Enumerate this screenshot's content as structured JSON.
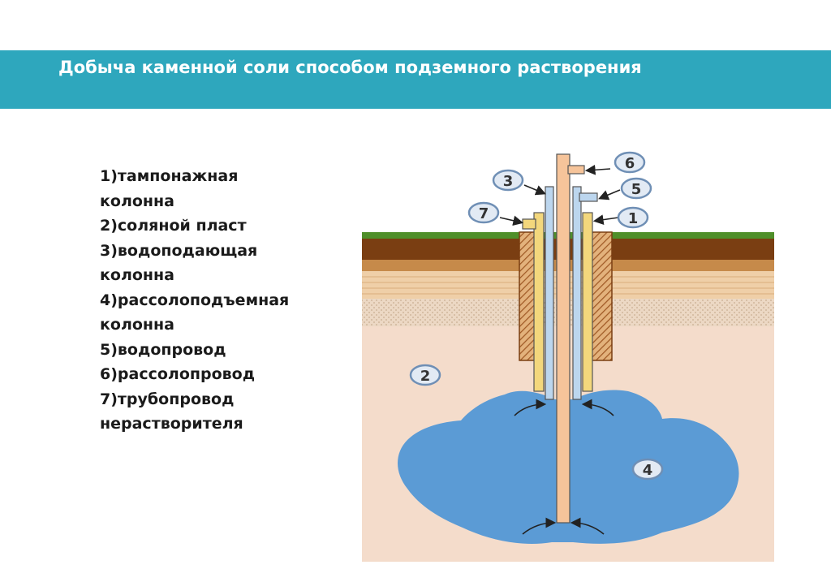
{
  "slide": {
    "title": "Добыча каменной соли способом подземного растворения"
  },
  "legend": {
    "items": [
      {
        "text": "1)тампонажная"
      },
      {
        "text": "колонна"
      },
      {
        "text": "2)соляной пласт"
      },
      {
        "text": "3)водоподающая"
      },
      {
        "text": "колонна"
      },
      {
        "text": "4)рассолоподъемная"
      },
      {
        "text": "колонна"
      },
      {
        "text": "5)водопровод"
      },
      {
        "text": "6)рассолопровод"
      },
      {
        "text": "7)трубопровод"
      },
      {
        "text": "нерастворителя"
      }
    ]
  },
  "diagram": {
    "markers": [
      "1",
      "2",
      "3",
      "4",
      "5",
      "6",
      "7"
    ],
    "colors": {
      "title_bar": "#2ea7bd",
      "grass": "#4f8f2a",
      "topsoil": "#7a3e12",
      "sand": "#e6c8a2",
      "salt_bed": "#f2d9c8",
      "brine_cavity": "#5b9bd5",
      "tamponage_column": "#f1d57a",
      "water_column": "#b9d3ea",
      "brine_column": "#f5c39a",
      "hatched_casing": "#c87a3c",
      "marker_fill": "#dfe8f3",
      "marker_stroke": "#6f8fb5"
    }
  }
}
